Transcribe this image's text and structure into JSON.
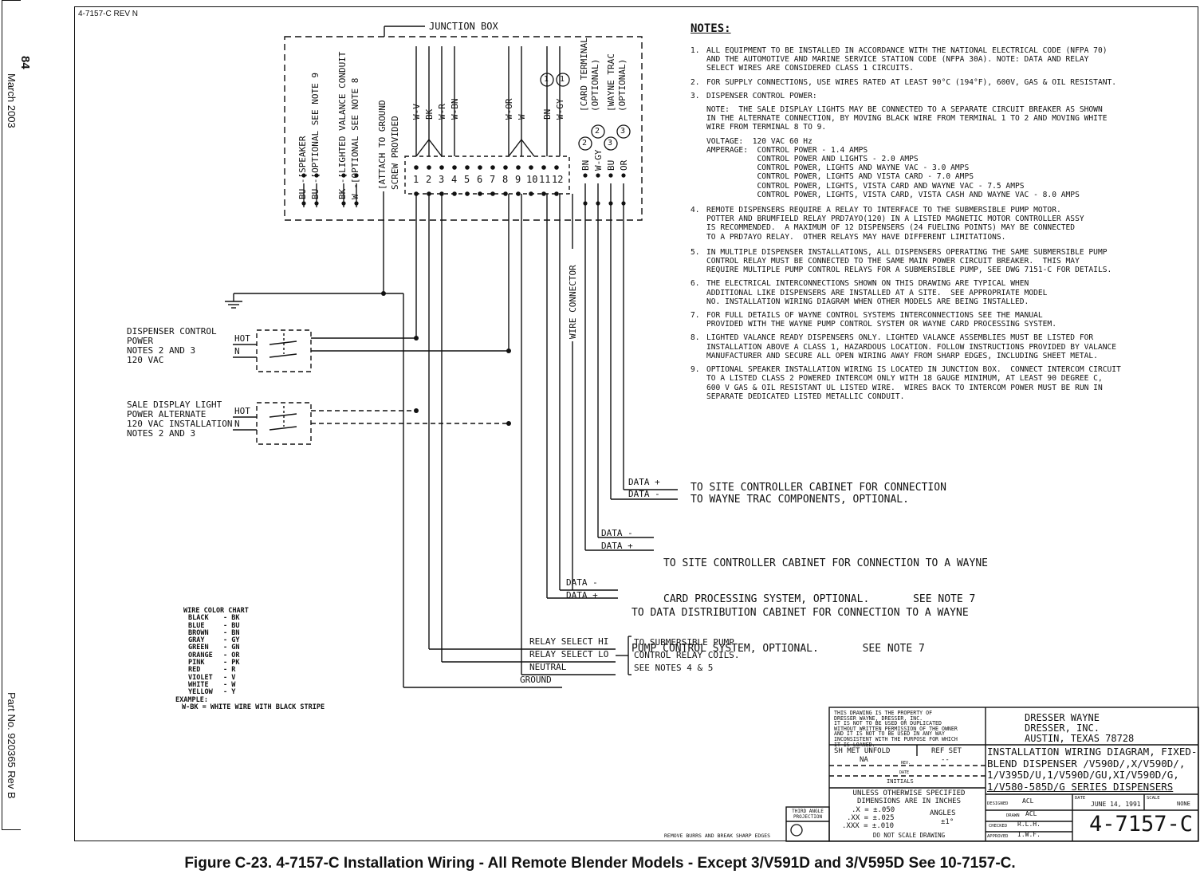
{
  "page": {
    "page_number": "84",
    "date": "March 2003",
    "part_number": "Part No. 920365 Rev B",
    "drawing_tag": "4-7157-C  REV N",
    "caption": "Figure C-23.  4-7157-C  Installation Wiring -  All Remote Blender Models - Except 3/V591D and 3/V595D See 10-7157-C."
  },
  "junction_box": {
    "label": "JUNCTION BOX",
    "left_labels": [
      "BU -[SPEAKER",
      "BU -[OPTIONAL   SEE NOTE 9",
      "BK -[LIGHTED VALANCE CONDUIT",
      "W -[OPTIONAL   SEE NOTE 8",
      "[ATTACH TO GROUND",
      "SCREW PROVIDED"
    ],
    "upper_wires": [
      "W-V",
      "BK",
      "W-R",
      "W-BN",
      "W-OR",
      "W",
      "BN",
      "W-GY"
    ],
    "upper_circle_1": "1",
    "upper_circle_2": "1",
    "right_groups": [
      "[CARD TERMINAL",
      "(OPTIONAL)",
      "[WAYNE TRAC",
      "(OPTIONAL)"
    ],
    "terminals": [
      "1",
      "2",
      "3",
      "4",
      "5",
      "6",
      "7",
      "8",
      "9",
      "10",
      "11",
      "12"
    ],
    "lower_right": [
      {
        "wire": "BN",
        "circle": "2"
      },
      {
        "wire": "W-GY",
        "circle": "2"
      },
      {
        "wire": "BU",
        "circle": "3"
      },
      {
        "wire": "OR",
        "circle": "3"
      }
    ],
    "wire_connector": "WIRE CONNECTOR"
  },
  "power": {
    "control": [
      "DISPENSER CONTROL",
      "POWER",
      "NOTES 2 AND 3",
      "120 VAC"
    ],
    "alternate": [
      "SALE DISPLAY LIGHT",
      "POWER  ALTERNATE",
      "120 VAC INSTALLATION",
      "NOTES 2 AND 3"
    ],
    "hot": "HOT",
    "neutral": "N"
  },
  "connections": {
    "trac": {
      "data_plus": "DATA +",
      "data_minus": "DATA -",
      "text": [
        "TO SITE CONTROLLER CABINET FOR CONNECTION",
        "TO WAYNE TRAC COMPONENTS, OPTIONAL."
      ]
    },
    "card": {
      "data_minus": "DATA -",
      "data_plus": "DATA +",
      "text": [
        "TO SITE CONTROLLER CABINET FOR CONNECTION TO A WAYNE",
        "CARD PROCESSING SYSTEM, OPTIONAL.       SEE NOTE 7"
      ]
    },
    "pump": {
      "data_minus": "DATA -",
      "data_plus": "DATA +",
      "text": [
        "TO DATA DISTRIBUTION CABINET FOR CONNECTION TO A WAYNE",
        "PUMP CONTROL SYSTEM, OPTIONAL.       SEE NOTE 7"
      ]
    },
    "relay": {
      "labels": [
        "RELAY SELECT  HI",
        "RELAY SELECT  LO",
        "NEUTRAL",
        "GROUND"
      ],
      "text": [
        "TO SUBMERSIBLE PUMP",
        "CONTROL RELAY COILS.",
        "SEE NOTES 4 & 5"
      ]
    }
  },
  "color_chart": {
    "title": "WIRE COLOR CHART",
    "rows": [
      [
        "BLACK",
        "- BK"
      ],
      [
        "BLUE",
        "- BU"
      ],
      [
        "BROWN",
        "- BN"
      ],
      [
        "GRAY",
        "- GY"
      ],
      [
        "GREEN",
        "- GN"
      ],
      [
        "ORANGE",
        "- OR"
      ],
      [
        "PINK",
        "- PK"
      ],
      [
        "RED",
        "- R"
      ],
      [
        "VIOLET",
        "- V"
      ],
      [
        "WHITE",
        "- W"
      ],
      [
        "YELLOW",
        "- Y"
      ]
    ],
    "example_label": "EXAMPLE:",
    "example": "W-BK = WHITE WIRE WITH BLACK STRIPE"
  },
  "notes": {
    "title": "NOTES:",
    "items": [
      {
        "num": "1.",
        "lines": [
          "ALL EQUIPMENT TO BE INSTALLED IN ACCORDANCE WITH THE NATIONAL ELECTRICAL CODE (NFPA 70)",
          "AND THE AUTOMOTIVE AND MARINE SERVICE STATION CODE (NFPA 30A). NOTE: DATA AND RELAY",
          "SELECT WIRES ARE CONSIDERED CLASS 1 CIRCUITS."
        ]
      },
      {
        "num": "2.",
        "lines": [
          "FOR SUPPLY CONNECTIONS, USE WIRES RATED AT LEAST 90°C (194°F), 600V, GAS & OIL RESISTANT."
        ]
      },
      {
        "num": "3.",
        "lines": [
          "DISPENSER CONTROL POWER:"
        ]
      },
      {
        "num": "",
        "lines": [
          "NOTE:  THE SALE DISPLAY LIGHTS MAY BE CONNECTED TO A SEPARATE CIRCUIT BREAKER AS SHOWN",
          "IN THE ALTERNATE CONNECTION, BY MOVING BLACK WIRE FROM TERMINAL 1 TO 2 AND MOVING WHITE",
          "WIRE FROM TERMINAL 8 TO 9."
        ]
      },
      {
        "num": "",
        "lines": [
          "VOLTAGE:  120 VAC 60 Hz",
          "AMPERAGE:  CONTROL POWER - 1.4 AMPS",
          "           CONTROL POWER AND LIGHTS - 2.0 AMPS",
          "           CONTROL POWER, LIGHTS AND WAYNE VAC - 3.0 AMPS",
          "           CONTROL POWER, LIGHTS AND VISTA CARD - 7.0 AMPS",
          "           CONTROL POWER, LIGHTS, VISTA CARD AND WAYNE VAC - 7.5 AMPS",
          "           CONTROL POWER, LIGHTS, VISTA CARD, VISTA CASH AND WAYNE VAC - 8.0 AMPS"
        ]
      },
      {
        "num": "4.",
        "lines": [
          "REMOTE DISPENSERS REQUIRE A RELAY TO INTERFACE TO THE SUBMERSIBLE PUMP MOTOR.",
          "POTTER AND BRUMFIELD RELAY PRD7AYO(120) IN A LISTED MAGNETIC MOTOR CONTROLLER ASSY",
          "IS RECOMMENDED.  A MAXIMUM OF 12 DISPENSERS (24 FUELING POINTS) MAY BE CONNECTED",
          "TO A PRD7AYO RELAY.  OTHER RELAYS MAY HAVE DIFFERENT LIMITATIONS."
        ]
      },
      {
        "num": "5.",
        "lines": [
          "IN MULTIPLE DISPENSER INSTALLATIONS, ALL DISPENSERS OPERATING THE SAME SUBMERSIBLE PUMP",
          "CONTROL RELAY MUST BE CONNECTED TO THE SAME MAIN POWER CIRCUIT BREAKER.  THIS MAY",
          "REQUIRE MULTIPLE PUMP CONTROL RELAYS FOR A SUBMERSIBLE PUMP, SEE DWG 7151-C FOR DETAILS."
        ]
      },
      {
        "num": "6.",
        "lines": [
          "THE ELECTRICAL INTERCONNECTIONS SHOWN ON THIS DRAWING ARE TYPICAL WHEN",
          "ADDITIONAL LIKE DISPENSERS ARE INSTALLED AT A SITE.  SEE APPROPRIATE MODEL",
          "NO. INSTALLATION WIRING DIAGRAM WHEN OTHER MODELS ARE BEING INSTALLED."
        ]
      },
      {
        "num": "7.",
        "lines": [
          "FOR FULL DETAILS OF WAYNE CONTROL SYSTEMS INTERCONNECTIONS SEE THE MANUAL",
          "PROVIDED WITH THE WAYNE PUMP CONTROL SYSTEM OR WAYNE CARD PROCESSING SYSTEM."
        ]
      },
      {
        "num": "8.",
        "lines": [
          "LIGHTED VALANCE READY DISPENSERS ONLY. LIGHTED VALANCE ASSEMBLIES MUST BE LISTED FOR",
          "INSTALLATION ABOVE A CLASS 1, HAZARDOUS LOCATION. FOLLOW INSTRUCTIONS PROVIDED BY VALANCE",
          "MANUFACTURER AND SECURE ALL OPEN WIRING AWAY FROM SHARP EDGES, INCLUDING SHEET METAL."
        ]
      },
      {
        "num": "9.",
        "lines": [
          "OPTIONAL SPEAKER INSTALLATION WIRING IS LOCATED IN JUNCTION BOX.  CONNECT INTERCOM CIRCUIT",
          "TO A LISTED CLASS 2 POWERED INTERCOM ONLY WITH 18 GAUGE MINIMUM, AT LEAST 90 DEGREE C,",
          "600 V GAS & OIL RESISTANT UL LISTED WIRE.  WIRES BACK TO INTERCOM POWER MUST BE RUN IN",
          "SEPARATE DEDICATED LISTED METALLIC CONDUIT."
        ]
      }
    ]
  },
  "title_block": {
    "property": [
      "THIS DRAWING IS THE PROPERTY OF",
      "DRESSER WAYNE, DRESSER, INC.",
      "IT IS NOT TO BE USED OR DUPLICATED",
      "WITHOUT WRITTEN PERMISSION OF THE OWNER",
      "AND IT IS NOT TO BE USED IN ANY WAY",
      "INCONSISTENT WITH THE PURPOSE FOR WHICH",
      "IT IS LOANED."
    ],
    "company": [
      "DRESSER WAYNE",
      "DRESSER, INC.",
      "AUSTIN, TEXAS 78728"
    ],
    "sh_met_unfold": "SH MET UNFOLD",
    "ref_set": "REF SET",
    "na": "NA",
    "rev": "REV.",
    "date_small": "DATE",
    "dashes": "--",
    "initials": "INITIALS",
    "title": [
      "INSTALLATION WIRING DIAGRAM, FIXED-",
      "BLEND DISPENSER /V590D/,X/V590D/,",
      "1/V395D/U,1/V590D/GU,XI/V590D/G,",
      "1/V580-585D/G SERIES DISPENSERS"
    ],
    "tolerances": [
      "UNLESS OTHERWISE SPECIFIED",
      "DIMENSIONS ARE IN INCHES",
      ".X = ±.050",
      ".XX = ±.025",
      ".XXX = ±.010",
      "ANGLES",
      "±1°",
      "DO NOT SCALE DRAWING"
    ],
    "third_angle": [
      "THIRD ANGLE",
      "PROJECTION"
    ],
    "remove_burrs": "REMOVE BURRS AND BREAK SHARP EDGES",
    "designed_label": "DESIGNED",
    "designed": "ACL",
    "drawn_label": "DRAWN",
    "drawn": "ACL",
    "checked_label": "CHECKED",
    "checked": "R.L.H.",
    "approved_label": "APPROVED",
    "approved": "I.W.F.",
    "date_label": "DATE",
    "date": "JUNE 14, 1991",
    "scale_label": "SCALE",
    "scale": "NONE",
    "dwg_number": "4-7157-C"
  }
}
